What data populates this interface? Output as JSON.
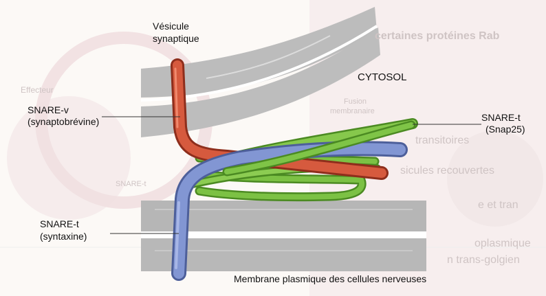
{
  "labels": {
    "vesicle_line1": "Vésicule",
    "vesicle_line2": "synaptique",
    "cytosol": "CYTOSOL",
    "snare_v_line1": "SNARE-v",
    "snare_v_line2": "(synaptobrévine)",
    "snare_t_snap_line1": "SNARE-t",
    "snare_t_snap_line2": "(Snap25)",
    "snare_t_syn_line1": "SNARE-t",
    "snare_t_syn_line2": "(syntaxine)",
    "membrane": "Membrane plasmique des cellules nerveuses"
  },
  "background_text": {
    "heading": "certaines protéines Rab",
    "effector": "Effecteur",
    "fusion_1": "Fusion",
    "fusion_2": "membranaire",
    "snare_t": "SNARE-t",
    "frag1": "transitoires",
    "frag2": "sicules recouvertes",
    "frag3": "e et tran",
    "frag4": "oplasmique",
    "frag5": "n trans-golgien"
  },
  "colors": {
    "snare_v": "#d2553c",
    "snare_t_syntaxin": "#7f95cf",
    "snare_t_snap25": "#7cc144",
    "membrane": "#b7b7b7"
  }
}
